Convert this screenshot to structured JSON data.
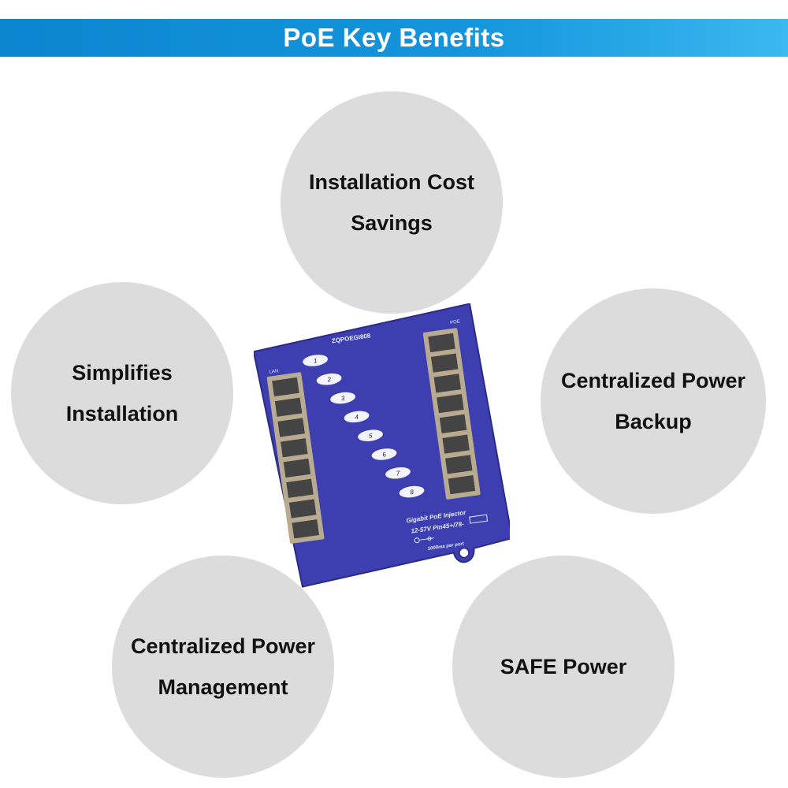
{
  "header": {
    "title": "PoE Key Benefits"
  },
  "benefits": [
    {
      "label": "Installation Cost Savings"
    },
    {
      "label": "Simplifies Installation"
    },
    {
      "label": "Centralized Power Backup"
    },
    {
      "label": "Centralized Power Management"
    },
    {
      "label": "SAFE Power"
    }
  ],
  "device": {
    "model": "ZQPOEGI808",
    "lan_label": "LAN",
    "poe_label": "POE",
    "port_numbers": [
      "1",
      "2",
      "3",
      "4",
      "5",
      "6",
      "7",
      "8"
    ],
    "spec_line_1": "Gigabit PoE Injector",
    "spec_line_2": "12-57V Pin45+/78-",
    "spec_line_3": "1000ma per port",
    "body_color": "#3d3fb0"
  }
}
